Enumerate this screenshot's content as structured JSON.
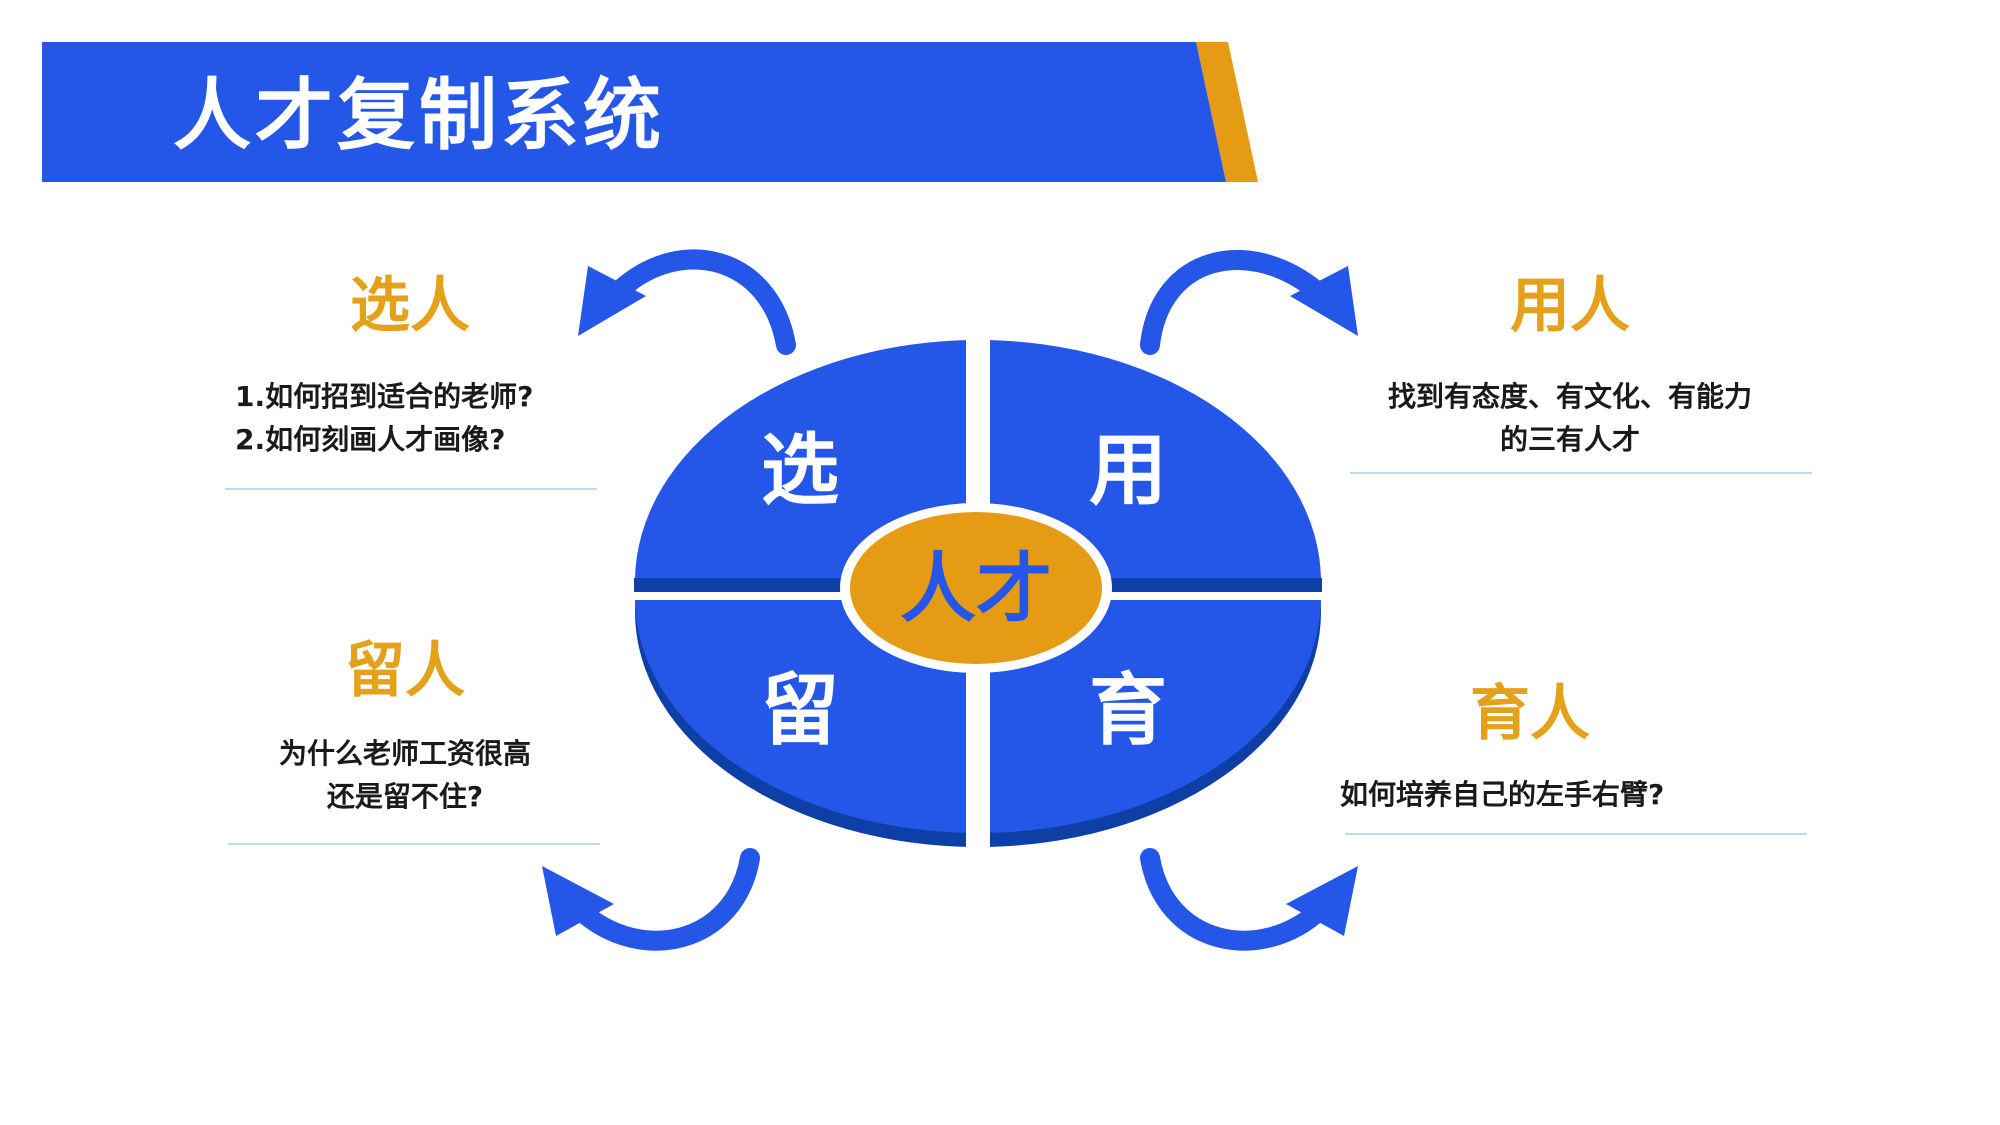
{
  "header": {
    "title": "人才复制系统",
    "bar_color": "#2457e8",
    "accent_color": "#e59b14"
  },
  "diagram": {
    "center_label": "人才",
    "quadrants": {
      "top_left": "选",
      "top_right": "用",
      "bottom_left": "留",
      "bottom_right": "育"
    },
    "colors": {
      "quadrant": "#2457e8",
      "quadrant_shadow": "#0d3fa6",
      "center": "#e59b14",
      "center_text": "#2457e8",
      "arrow": "#2457e8"
    }
  },
  "sections": {
    "select": {
      "title": "选人",
      "lines": [
        "1.如何招到适合的老师?",
        "2.如何刻画人才画像?"
      ]
    },
    "use": {
      "title": "用人",
      "lines": [
        "找到有态度、有文化、有能力",
        "的三有人才"
      ]
    },
    "retain": {
      "title": "留人",
      "lines": [
        "为什么老师工资很高",
        "还是留不住?"
      ]
    },
    "develop": {
      "title": "育人",
      "lines": [
        "如何培养自己的左手右臂?"
      ]
    }
  }
}
